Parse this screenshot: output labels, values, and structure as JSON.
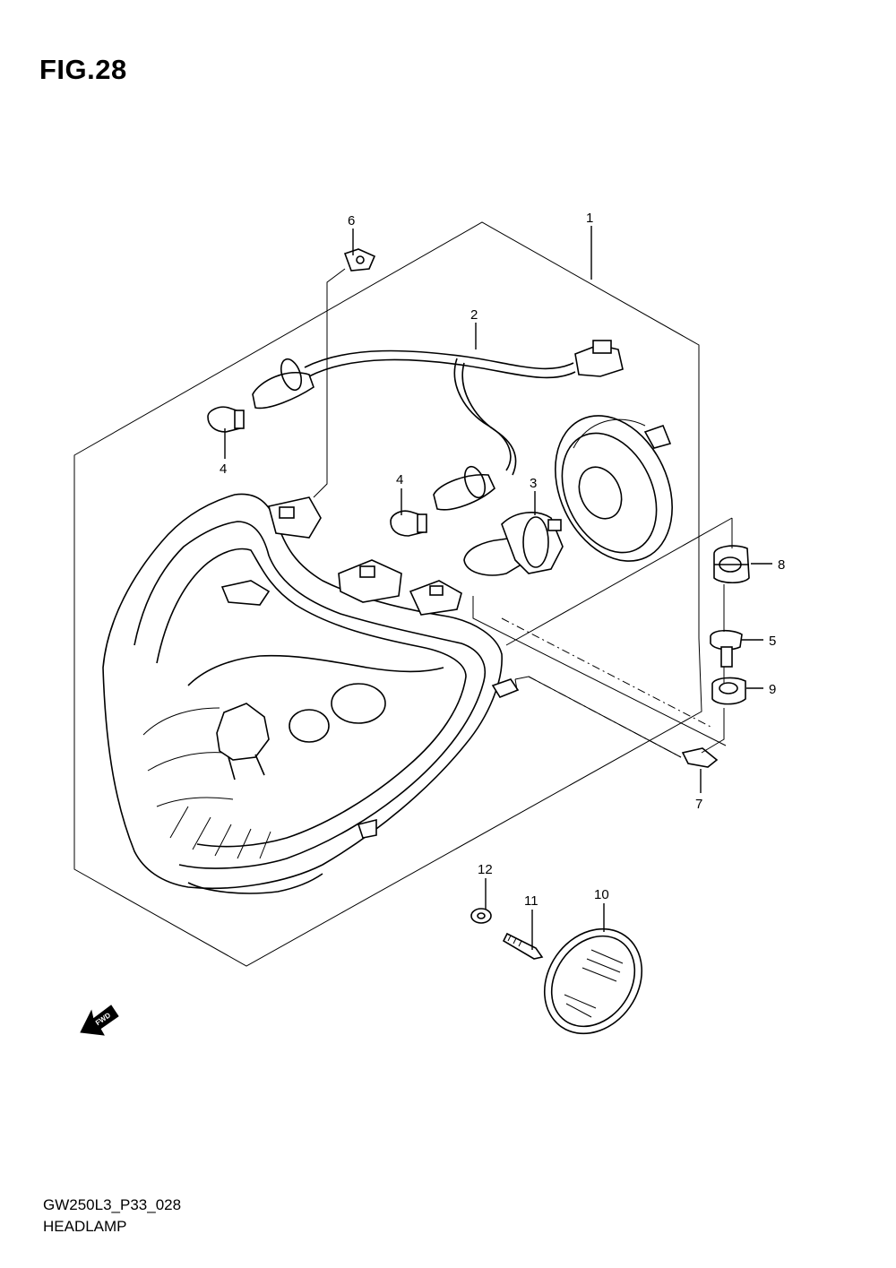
{
  "figure": {
    "title": "FIG.28",
    "code": "GW250L3_P33_028",
    "name": "HEADLAMP"
  },
  "callouts": {
    "c1": "1",
    "c2": "2",
    "c3": "3",
    "c4a": "4",
    "c4b": "4",
    "c5": "5",
    "c6": "6",
    "c7": "7",
    "c8": "8",
    "c9": "9",
    "c10": "10",
    "c11": "11",
    "c12": "12"
  },
  "direction": {
    "label": "FWD",
    "icon": "forward-arrow-icon"
  }
}
